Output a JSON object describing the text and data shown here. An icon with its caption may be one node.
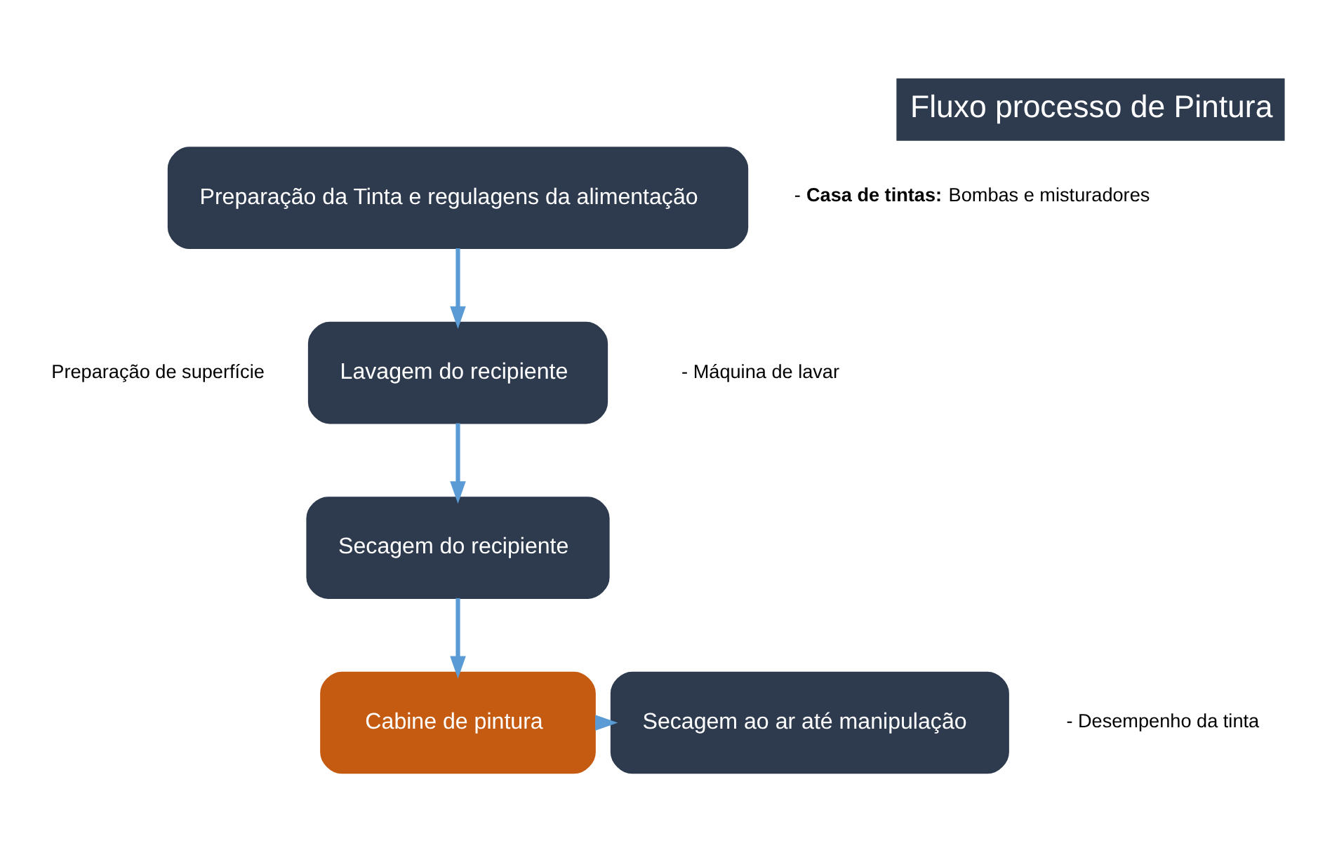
{
  "diagram": {
    "title": "Fluxo processo de Pintura",
    "nodes": [
      {
        "text": [
          "Preparação da Tinta e regulagens da alimentação"
        ],
        "beside": [
          "- **Casa de tintas:** Bombas e misturadores"
        ]
      },
      {
        "text": [
          "Lavagem do recipiente"
        ]
      },
      {
        "text": [
          "Secagem do recipiente"
        ]
      },
      {
        "text": [
          "Cabine de pintura"
        ]
      },
      {
        "text": [
          "Secagem ao ar até manipulação"
        ],
        "beside": [
          "- Desempenho da tinta"
        ]
      }
    ],
    "edges": [
      {
        "from": 0,
        "to": 1,
        "arrow": "to"
      },
      {
        "from": 1,
        "to": 2,
        "arrow": "to"
      },
      {
        "from": 2,
        "to": 3,
        "arrow": "to"
      },
      {
        "from": 3,
        "to": 4,
        "arrow": "to"
      }
    ],
    "labels": [
      "- Máquina de lavar",
      "Preparação de superfície"
    ]
  }
}
